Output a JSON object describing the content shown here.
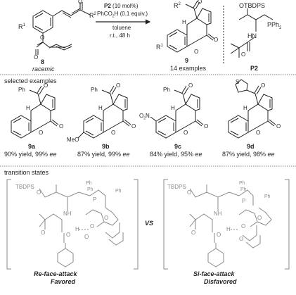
{
  "scheme": {
    "substrate": {
      "r1": "R",
      "r1_sup": "1",
      "r2": "R",
      "r2_sup": "2",
      "o1": "O",
      "o2": "O",
      "o3": "O",
      "number": "8",
      "note": "racemic"
    },
    "conditions": {
      "catalyst": "P2",
      "catalyst_loading": "(10 mol%)",
      "additive": "PhCO",
      "additive_sub": "2",
      "additive_tail": "H (0.1 equiv.)",
      "solvent": "toluene",
      "time": "r.t., 48 h"
    },
    "product": {
      "r2": "R",
      "r2_sup": "2",
      "r1": "R",
      "r1_sup": "1",
      "h": "H",
      "o1": "O",
      "o2": "O",
      "o3": "O",
      "number": "9",
      "examples": "14 examples"
    },
    "catalyst": {
      "protect": "OTBDPS",
      "phos": "PPh",
      "phos_sub": "2",
      "hn": "HN",
      "o": "O",
      "label": "P2"
    }
  },
  "selected_examples": {
    "header": "selected examples",
    "items": [
      {
        "id": "9a",
        "acyl": "Ph",
        "o1": "O",
        "h": "H",
        "o2": "O",
        "o3": "O",
        "result": "90% yield, 99% ",
        "ee": "ee"
      },
      {
        "id": "9b",
        "acyl": "Ph",
        "o1": "O",
        "h": "H",
        "o2": "O",
        "o3": "O",
        "subst": "MeO",
        "result": "87% yield, 99% ",
        "ee": "ee"
      },
      {
        "id": "9c",
        "acyl": "Ph",
        "o1": "O",
        "h": "H",
        "o2": "O",
        "o3": "O",
        "subst": "O",
        "subst_sub": "2",
        "subst_pre": "N",
        "result": "84% yield, 95% ",
        "ee": "ee"
      },
      {
        "id": "9d",
        "acyl": "S",
        "o1": "O",
        "h": "H",
        "o2": "O",
        "o3": "O",
        "result": "87% yield, 98% ",
        "ee": "ee"
      }
    ]
  },
  "transition_states": {
    "header": "transition states",
    "vs": "VS",
    "left": {
      "tbdps": "TBDPS",
      "o_ether": "O",
      "ph1": "Ph",
      "ph2": "Ph",
      "p": "P",
      "ph3": "Ph",
      "nh": "NH",
      "o_amide": "O",
      "o_ac": "O",
      "h": "H",
      "o_b1": "O",
      "o_b2": "O",
      "o_c": "O",
      "face": "Re",
      "face_tail": "-face-attack",
      "status": "Favored"
    },
    "right": {
      "tbdps": "TBDPS",
      "o_ether": "O",
      "ph1": "Ph",
      "ph2": "Ph",
      "p": "P",
      "ph3": "Ph",
      "nh": "NH",
      "o_amide": "O",
      "o_ac": "O",
      "h": "H",
      "o_b1": "O",
      "o_b2": "O",
      "o_c": "O",
      "face": "Si",
      "face_tail": "-face-attack",
      "status": "Disfavored"
    }
  },
  "colors": {
    "ink": "#231f20",
    "gray": "#8a8a8a",
    "divider": "#555555"
  }
}
